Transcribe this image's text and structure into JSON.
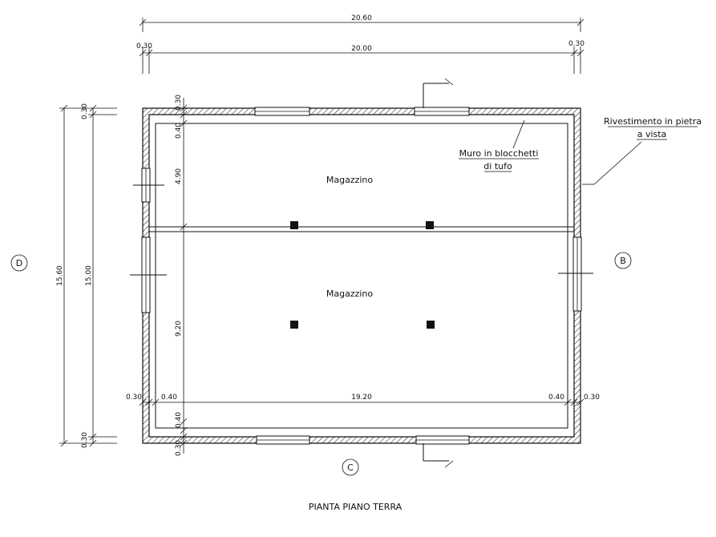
{
  "dimensions": {
    "total_width": "20.60",
    "inner_width": "20.00",
    "wall_left": "0.30",
    "wall_right": "0.30",
    "total_height": "15.60",
    "inner_height": "15.00",
    "wall_top_left": "0.30",
    "wall_bottom_left": "0.30",
    "top_wall": "0.30",
    "top_gap": "0.40",
    "room1_depth": "4.90",
    "room2_depth": "9.20",
    "bottom_gap": "0.40",
    "bottom_wall": "0.30",
    "bottom_left_wall": "0.30",
    "bottom_left_gap": "0.40",
    "bottom_span": "19.20",
    "bottom_right_gap": "0.40",
    "bottom_right_wall": "0.30"
  },
  "rooms": {
    "room1": "Magazzino",
    "room2": "Magazzino"
  },
  "notes": {
    "muro_line1": "Muro in blocchetti",
    "muro_line2": "di tufo",
    "riv_line1": "Rivestimento in pietra",
    "riv_line2": "a vista"
  },
  "sections": {
    "b": "B",
    "c": "C",
    "d": "D"
  },
  "title": "PIANTA PIANO TERRA"
}
